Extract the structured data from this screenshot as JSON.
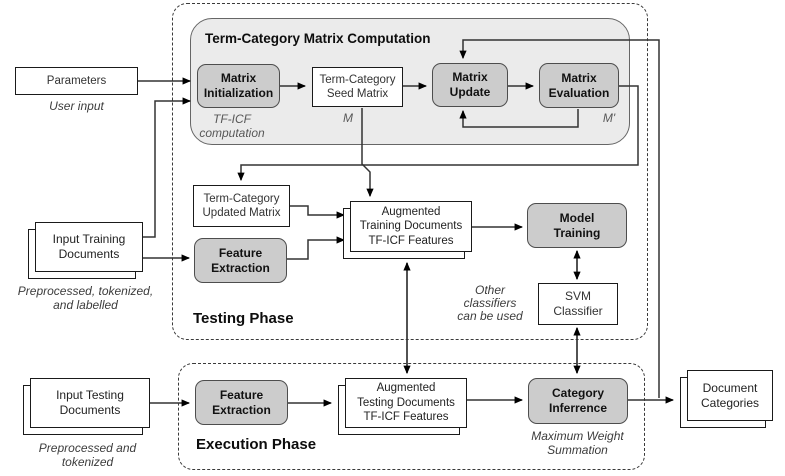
{
  "colors": {
    "node_gray_fill": "#cccccc",
    "node_gray_border": "#4d4d4d",
    "container_gray_fill": "#ebebeb",
    "container_gray_border": "#666666",
    "dashed_border": "#3a3a3a",
    "white_node_border": "#1a1a1a",
    "wire": "#333333",
    "arrowhead": "#000000"
  },
  "containers": {
    "matrix_computation_title": "Term-Category Matrix Computation",
    "testing_phase_label": "Testing Phase",
    "execution_phase_label": "Execution Phase"
  },
  "nodes": {
    "parameters": "Parameters",
    "matrix_initialization": "Matrix\nInitialization",
    "seed_matrix": "Term-Category\nSeed Matrix",
    "matrix_update": "Matrix\nUpdate",
    "matrix_evaluation": "Matrix\nEvaluation",
    "updated_matrix": "Term-Category\nUpdated Matrix",
    "feature_extraction_testing": "Feature\nExtraction",
    "augmented_training": "Augmented\nTraining Documents\nTF-ICF Features",
    "model_training": "Model\nTraining",
    "svm_classifier": "SVM\nClassifier",
    "input_training": "Input Training\nDocuments",
    "input_testing": "Input Testing\nDocuments",
    "feature_extraction_execution": "Feature\nExtraction",
    "augmented_testing": "Augmented\nTesting Documents\nTF-ICF Features",
    "category_inference": "Category\nInferrence",
    "document_categories": "Document\nCategories"
  },
  "annotations": {
    "user_input": "User input",
    "tf_icf": "TF-ICF\ncomputation",
    "m": "M",
    "m_prime": "M'",
    "training_docs_note": "Preprocessed, tokenized,\nand labelled",
    "other_classifiers": "Other\nclassifiers\ncan be used",
    "testing_docs_note": "Preprocessed and\ntokenized",
    "max_weight": "Maximum Weight\nSummation"
  }
}
